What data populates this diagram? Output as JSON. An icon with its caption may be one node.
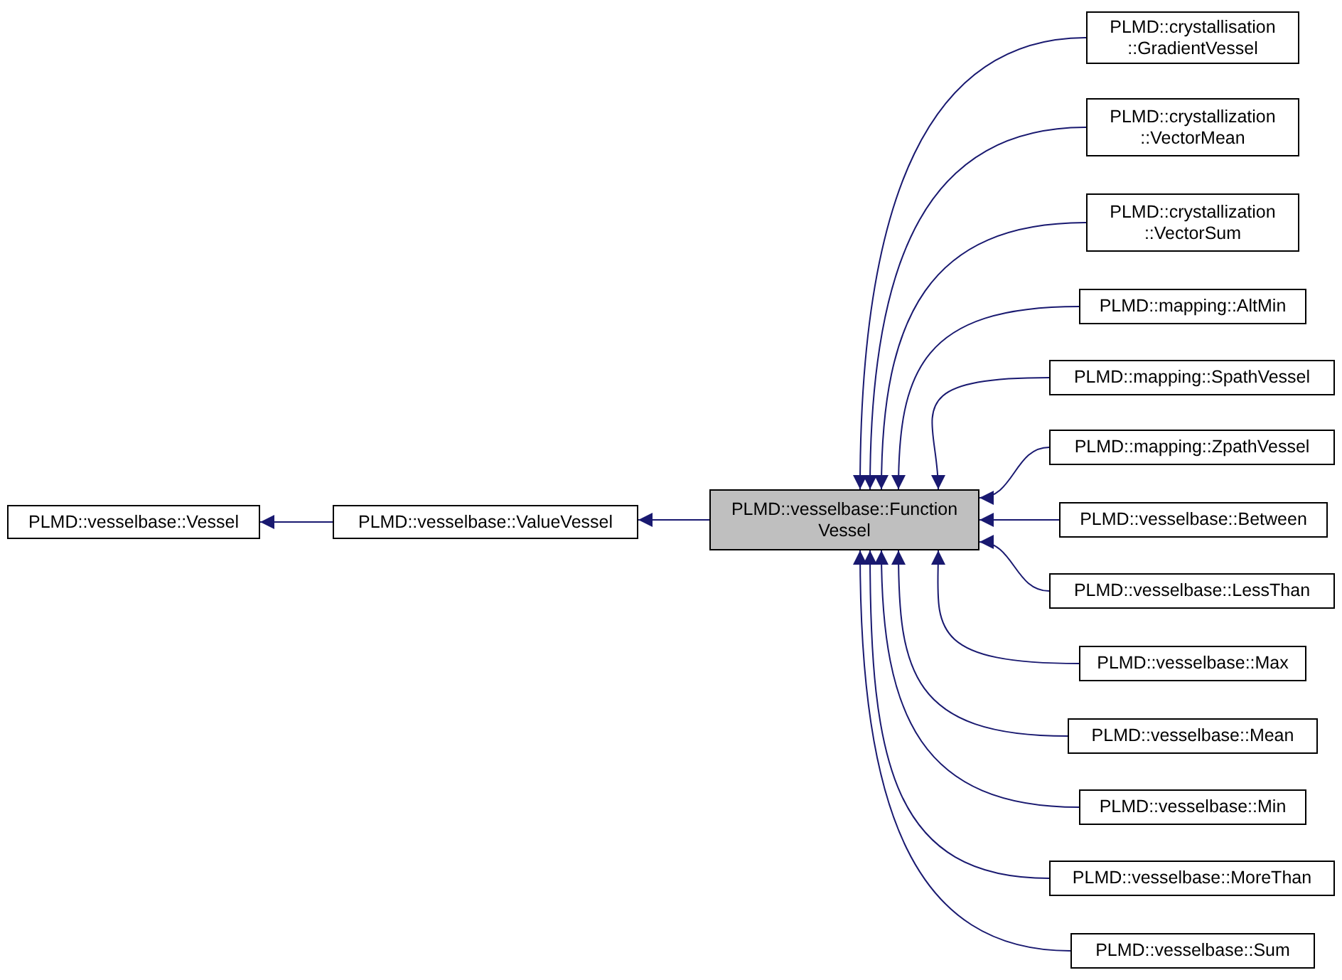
{
  "diagram": {
    "nodes": [
      {
        "text": [
          "PLMD::vesselbase::Vessel"
        ]
      },
      {
        "text": [
          "PLMD::vesselbase::ValueVessel"
        ]
      },
      {
        "text": [
          "PLMD::vesselbase::Function Vessel"
        ]
      },
      {
        "text": [
          "PLMD::crystallisation ::GradientVessel"
        ]
      },
      {
        "text": [
          "PLMD::crystallization ::VectorMean"
        ]
      },
      {
        "text": [
          "PLMD::crystallization ::VectorSum"
        ]
      },
      {
        "text": [
          "PLMD::mapping::AltMin"
        ]
      },
      {
        "text": [
          "PLMD::mapping::SpathVessel"
        ]
      },
      {
        "text": [
          "PLMD::mapping::ZpathVessel"
        ]
      },
      {
        "text": [
          "PLMD::vesselbase::Between"
        ]
      },
      {
        "text": [
          "PLMD::vesselbase::LessThan"
        ]
      },
      {
        "text": [
          "PLMD::vesselbase::Max"
        ]
      },
      {
        "text": [
          "PLMD::vesselbase::Mean"
        ]
      },
      {
        "text": [
          "PLMD::vesselbase::Min"
        ]
      },
      {
        "text": [
          "PLMD::vesselbase::MoreThan"
        ]
      },
      {
        "text": [
          "PLMD::vesselbase::Sum"
        ]
      }
    ],
    "edges": [
      {
        "from": 1,
        "to": 0,
        "arrow": "to"
      },
      {
        "from": 2,
        "to": 1,
        "arrow": "to"
      },
      {
        "from": 3,
        "to": 2,
        "arrow": "to"
      },
      {
        "from": 4,
        "to": 2,
        "arrow": "to"
      },
      {
        "from": 5,
        "to": 2,
        "arrow": "to"
      },
      {
        "from": 6,
        "to": 2,
        "arrow": "to"
      },
      {
        "from": 7,
        "to": 2,
        "arrow": "to"
      },
      {
        "from": 8,
        "to": 2,
        "arrow": "to"
      },
      {
        "from": 9,
        "to": 2,
        "arrow": "to"
      },
      {
        "from": 10,
        "to": 2,
        "arrow": "to"
      },
      {
        "from": 11,
        "to": 2,
        "arrow": "to"
      },
      {
        "from": 12,
        "to": 2,
        "arrow": "to"
      },
      {
        "from": 13,
        "to": 2,
        "arrow": "to"
      },
      {
        "from": 14,
        "to": 2,
        "arrow": "to"
      },
      {
        "from": 15,
        "to": 2,
        "arrow": "to"
      }
    ]
  }
}
